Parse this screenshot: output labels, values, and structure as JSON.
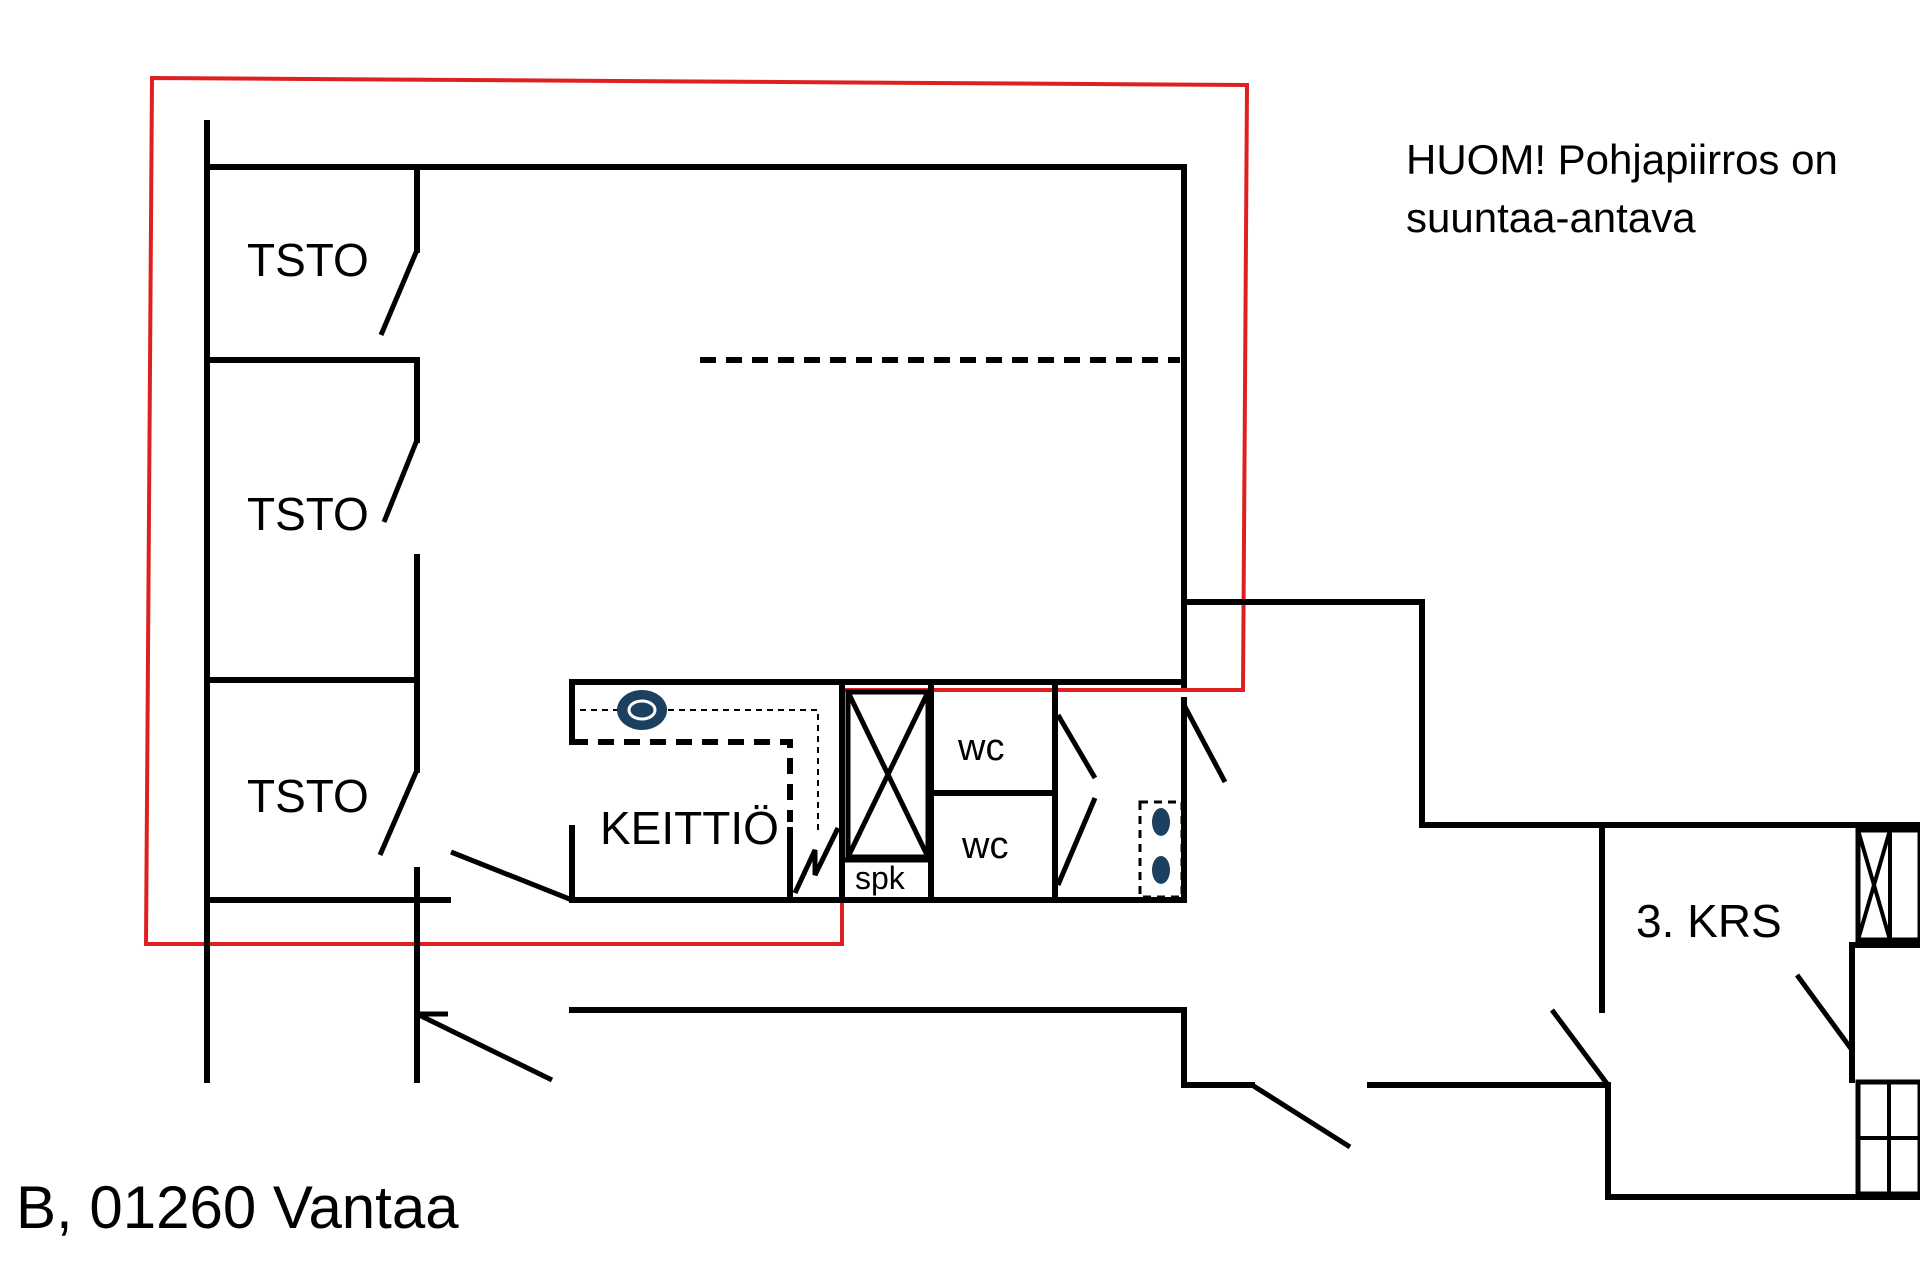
{
  "note": {
    "line1": "HUOM! Pohjapiirros on",
    "line2": "suuntaa-antava"
  },
  "address": "B, 01260 Vantaa",
  "rooms": {
    "office_1": "TSTO",
    "office_2": "TSTO",
    "office_3": "TSTO",
    "kitchen": "KEITTIÖ",
    "wc_1": "wc",
    "wc_2": "wc",
    "cleaning": "spk",
    "floor": "3. KRS"
  },
  "colors": {
    "highlight": "#e02020",
    "walls": "#000000",
    "fixture": "#1c4060"
  },
  "icons": [
    "sink-icon",
    "stove-icon",
    "elevator-icon",
    "stairs-icon"
  ]
}
